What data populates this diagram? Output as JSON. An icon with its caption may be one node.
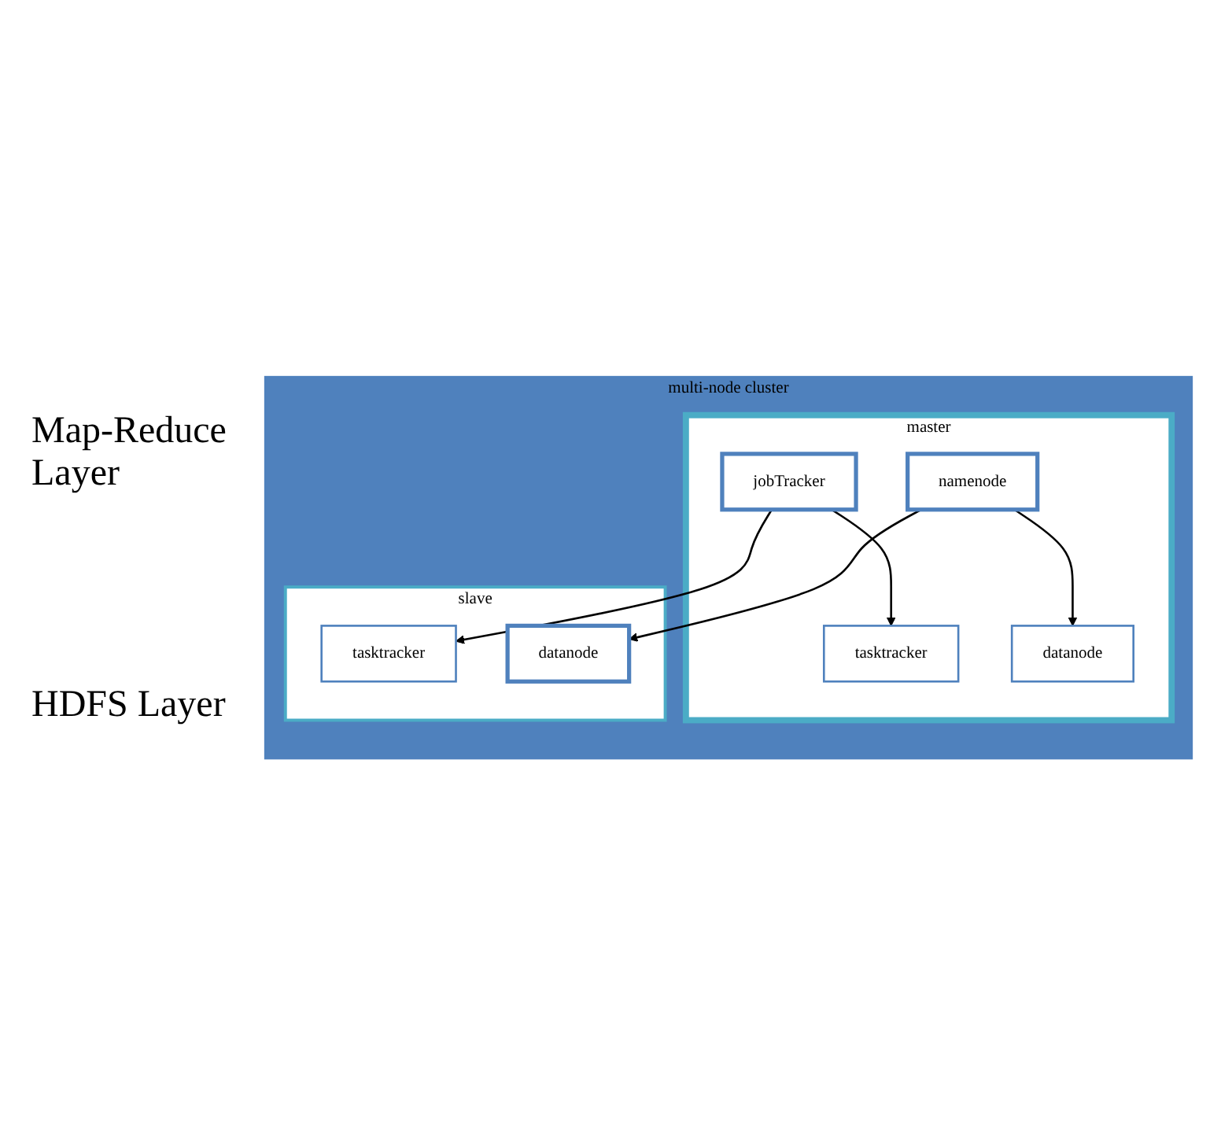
{
  "diagram": {
    "nodes": [
      {
        "text": [
          "multi-node cluster"
        ]
      },
      {
        "text": [
          "master"
        ],
        "in": 0
      },
      {
        "text": [
          "slave"
        ],
        "in": 0
      },
      {
        "text": [
          "tasktracker"
        ],
        "in": 1
      },
      {
        "text": [
          "jobTracker"
        ],
        "in": 1
      },
      {
        "text": [
          "namenode"
        ],
        "in": 1
      },
      {
        "text": [
          "datanode"
        ],
        "in": 1
      },
      {
        "text": [
          "tasktracker"
        ],
        "in": 2
      },
      {
        "text": [
          "datanode"
        ],
        "in": 2
      }
    ],
    "edges": [
      {
        "from": 4,
        "to": 3,
        "arrow": "to"
      },
      {
        "from": 4,
        "to": 7,
        "arrow": "to"
      },
      {
        "from": 5,
        "to": 6,
        "arrow": "to"
      },
      {
        "from": 5,
        "to": 8,
        "arrow": "to"
      }
    ],
    "labels": [
      "Map-Reduce Layer",
      "HDFS Layer"
    ]
  }
}
